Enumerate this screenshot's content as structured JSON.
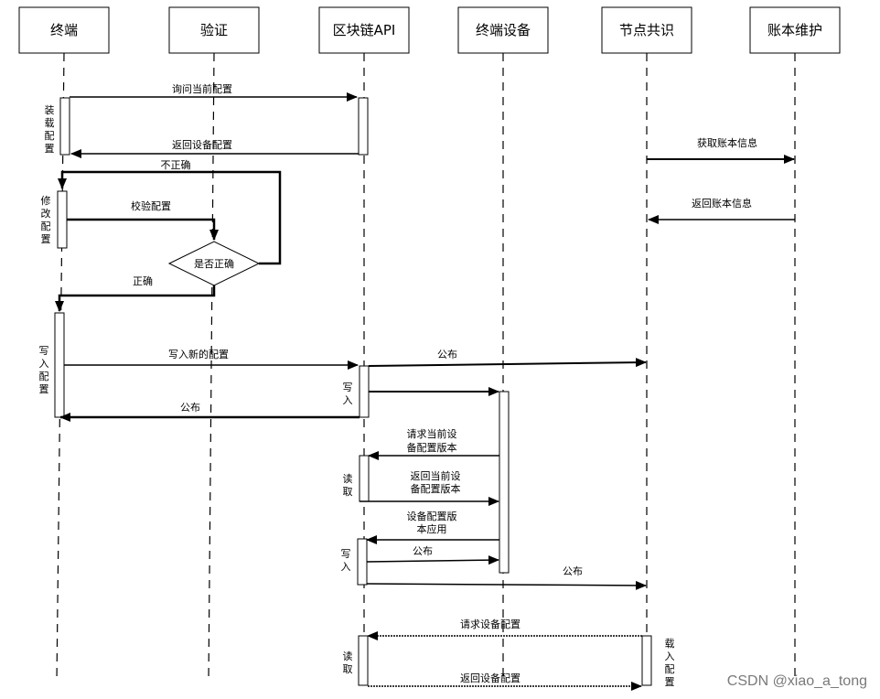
{
  "actors": [
    {
      "id": "terminal",
      "label": "终端"
    },
    {
      "id": "verify",
      "label": "验证"
    },
    {
      "id": "api",
      "label": "区块链API"
    },
    {
      "id": "device",
      "label": "终端设备"
    },
    {
      "id": "consensus",
      "label": "节点共识"
    },
    {
      "id": "ledger",
      "label": "账本维护"
    }
  ],
  "messages": {
    "ask_config": "询问当前配置",
    "return_device_config": "返回设备配置",
    "get_ledger": "获取账本信息",
    "return_ledger": "返回账本信息",
    "incorrect": "不正确",
    "check_config": "校验配置",
    "correct": "正确",
    "write_new_config": "写入新的配置",
    "publish1": "公布",
    "publish2": "公布",
    "req_version_1": "请求当前设",
    "req_version_2": "备配置版本",
    "ret_version_1": "返回当前设",
    "ret_version_2": "备配置版本",
    "apply_1": "设备配置版",
    "apply_2": "本应用",
    "publish3": "公布",
    "publish4": "公布",
    "req_device_config": "请求设备配置",
    "ret_device_config": "返回设备配置"
  },
  "decision": "是否正确",
  "side_labels": {
    "load_config": [
      "装",
      "载",
      "配",
      "置"
    ],
    "modify_config": [
      "修",
      "改",
      "配",
      "置"
    ],
    "write_config": [
      "写",
      "入",
      "配",
      "置"
    ],
    "write_a": [
      "写",
      "入"
    ],
    "read_a": [
      "读",
      "取"
    ],
    "write_b": [
      "写",
      "入"
    ],
    "read_b": [
      "读",
      "取"
    ],
    "load_in_config": [
      "载",
      "入",
      "配",
      "置"
    ]
  },
  "watermark": "CSDN @xiao_a_tong"
}
